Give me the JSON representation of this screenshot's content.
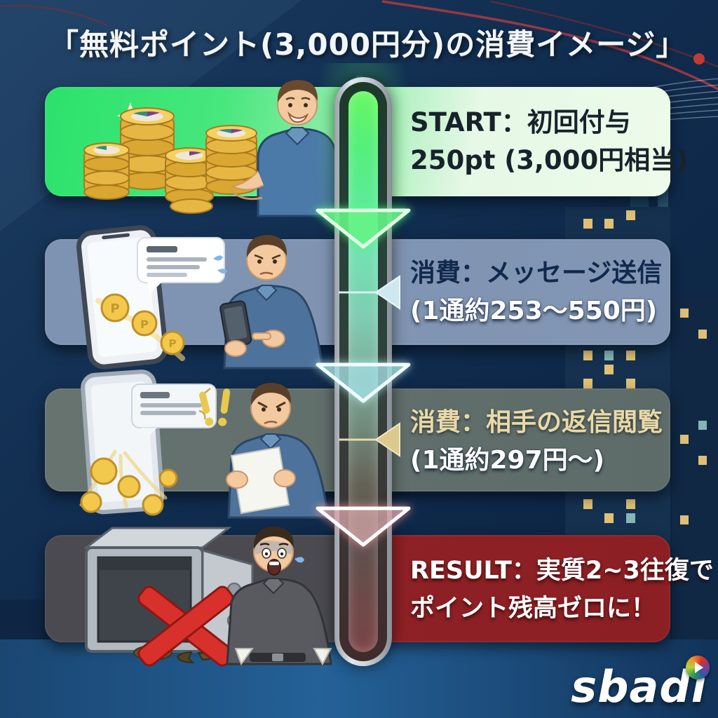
{
  "title": "「無料ポイント(3,000円分)の消費イメージ」",
  "flow": {
    "direction": "down",
    "tube_top_color": "#5bef6e",
    "tube_bottom_color": "#7c4446",
    "steps": [
      {
        "id": "start",
        "line1": "START：初回付与",
        "line2": "250pt (3,000円相当)",
        "panel_color_left": "#2be26b",
        "panel_color_right": "#eefbea",
        "text_color": "#18222b",
        "illustration": "man-holding-gold-coin-stacks"
      },
      {
        "id": "consume-message-send",
        "line1": "消費：メッセージ送信",
        "line2": "(1通約253〜550円)",
        "panel_color": "#7e93b1",
        "line1_color": "#11294e",
        "line2_color": "#ffffff",
        "marker_color": "#cfe7ee",
        "illustration": "worried-man-phone-coins-flying"
      },
      {
        "id": "consume-read-reply",
        "line1": "消費：相手の返信閲覧",
        "line2": "(1通約297円〜)",
        "panel_color": "#5d6b69",
        "line1_color": "#ead9a8",
        "line2_color": "#ffffff",
        "marker_color": "#dcc98e",
        "illustration": "man-reading-reply-coins-scattering"
      },
      {
        "id": "result",
        "line1": "RESULT：実質2~3往復で",
        "line2": "ポイント残高ゼロに！",
        "panel_color_left": "#4b4a50",
        "panel_color_right": "#8e2125",
        "text_color": "#ffffff",
        "illustration": "empty-safe-red-x-man-empty-pockets"
      }
    ]
  },
  "coins": {
    "letter": "P"
  },
  "logo": {
    "text": "sbadi",
    "icon": "rainbow-play-icon"
  }
}
